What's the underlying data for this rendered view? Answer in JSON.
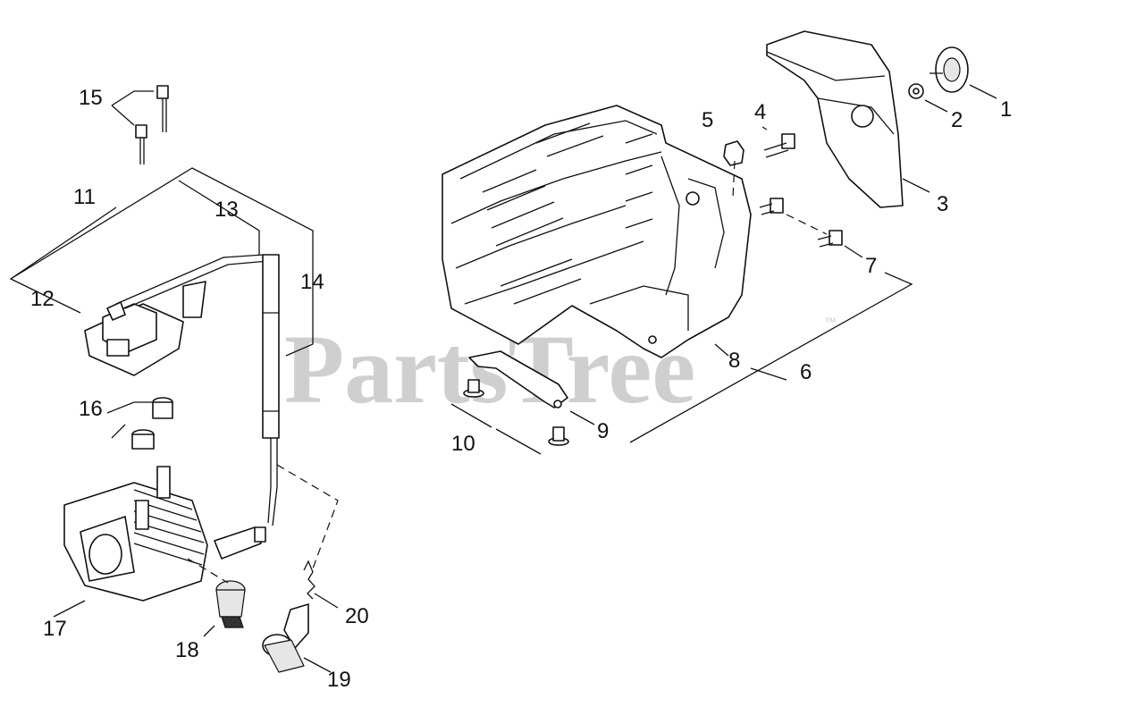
{
  "watermark": {
    "text": "PartsTree",
    "trademark": "™"
  },
  "callouts": [
    {
      "id": "1",
      "label": "1"
    },
    {
      "id": "2",
      "label": "2"
    },
    {
      "id": "3",
      "label": "3"
    },
    {
      "id": "4",
      "label": "4"
    },
    {
      "id": "5",
      "label": "5"
    },
    {
      "id": "6",
      "label": "6"
    },
    {
      "id": "7",
      "label": "7"
    },
    {
      "id": "8",
      "label": "8"
    },
    {
      "id": "9",
      "label": "9"
    },
    {
      "id": "10",
      "label": "10"
    },
    {
      "id": "11",
      "label": "11"
    },
    {
      "id": "12",
      "label": "12"
    },
    {
      "id": "13",
      "label": "13"
    },
    {
      "id": "14",
      "label": "14"
    },
    {
      "id": "15",
      "label": "15"
    },
    {
      "id": "16",
      "label": "16"
    },
    {
      "id": "17",
      "label": "17"
    },
    {
      "id": "18",
      "label": "18"
    },
    {
      "id": "19",
      "label": "19"
    },
    {
      "id": "20",
      "label": "20"
    }
  ]
}
